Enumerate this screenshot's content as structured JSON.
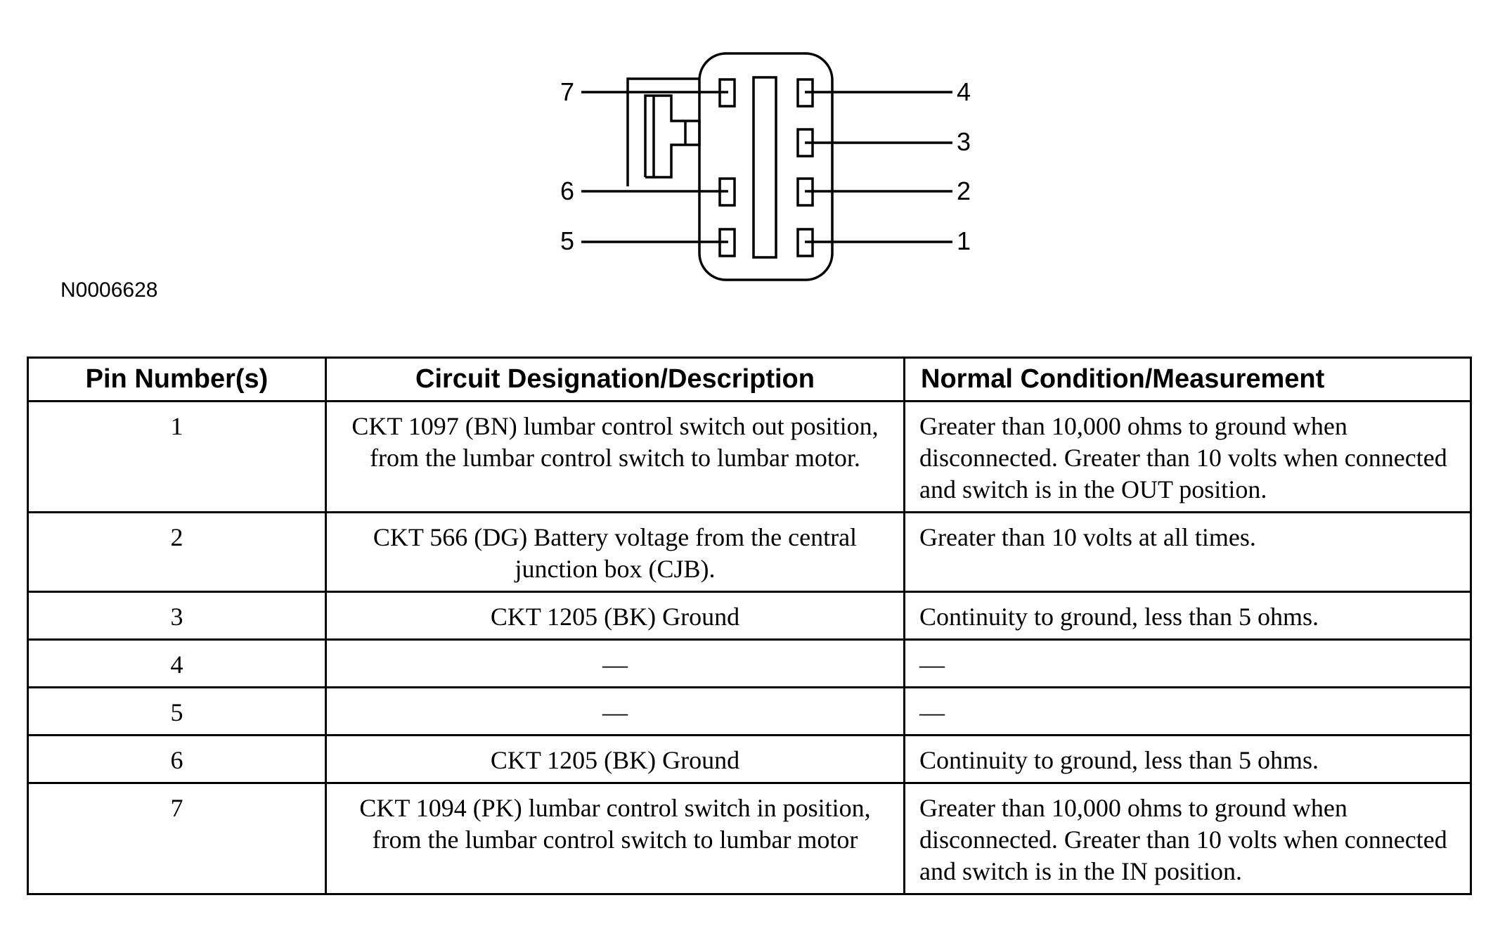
{
  "diagram": {
    "figure_id": "N0006628",
    "pin_labels": [
      "7",
      "6",
      "5",
      "4",
      "3",
      "2",
      "1"
    ]
  },
  "table": {
    "headers": [
      "Pin Number(s)",
      "Circuit Designation/Description",
      "Normal Condition/Measurement"
    ],
    "rows": [
      {
        "pin": "1",
        "circuit": "CKT 1097 (BN) lumbar control switch out position, from the lumbar control switch to lumbar motor.",
        "normal": "Greater than 10,000 ohms to ground when disconnected. Greater than 10 volts when connected and switch is in the OUT position."
      },
      {
        "pin": "2",
        "circuit": "CKT 566 (DG) Battery voltage from the central junction box (CJB).",
        "normal": "Greater than 10 volts at all times."
      },
      {
        "pin": "3",
        "circuit": "CKT 1205 (BK) Ground",
        "normal": "Continuity to ground, less than 5 ohms."
      },
      {
        "pin": "4",
        "circuit": "—",
        "normal": "—"
      },
      {
        "pin": "5",
        "circuit": "—",
        "normal": "—"
      },
      {
        "pin": "6",
        "circuit": "CKT 1205 (BK) Ground",
        "normal": "Continuity to ground, less than 5 ohms."
      },
      {
        "pin": "7",
        "circuit": "CKT 1094 (PK) lumbar control switch in position, from the lumbar control switch to lumbar motor",
        "normal": "Greater than 10,000 ohms to ground when disconnected. Greater than 10 volts when connected and switch is in the IN position."
      }
    ]
  }
}
